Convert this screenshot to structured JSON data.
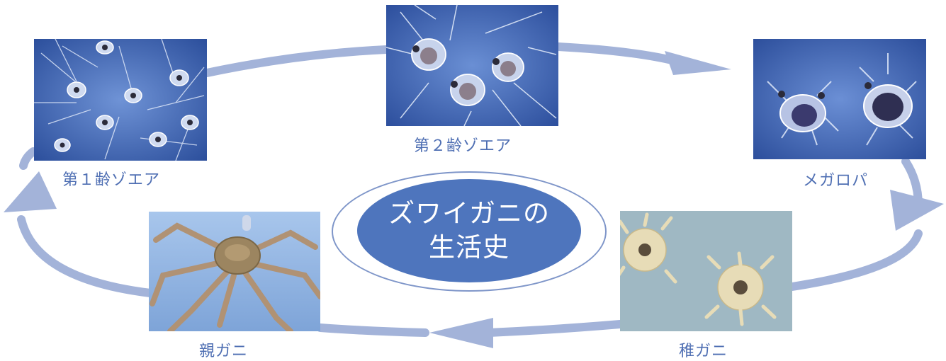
{
  "diagram": {
    "center": {
      "line1": "ズワイガニの",
      "line2": "生活史"
    },
    "stages": [
      {
        "id": "zoea1",
        "label": "第１齢ゾエア",
        "photo_icon": "zoea-larvae-photo-icon"
      },
      {
        "id": "zoea2",
        "label": "第２齢ゾエア",
        "photo_icon": "zoea-larvae-photo-icon"
      },
      {
        "id": "megalopa",
        "label": "メガロパ",
        "photo_icon": "megalopa-larvae-photo-icon"
      },
      {
        "id": "juvenile",
        "label": "稚ガニ",
        "photo_icon": "juvenile-crab-photo-icon"
      },
      {
        "id": "adult",
        "label": "親ガニ",
        "photo_icon": "adult-crab-photo-icon"
      }
    ],
    "colors": {
      "arrow": "#a3b3d9",
      "label_text": "#4f6fb3",
      "center_fill": "#4e75bd",
      "center_ring": "#7f96c9",
      "photo_water_blue": "#3f68b8",
      "photo_juvenile_bg": "#9fb8c3",
      "photo_adult_sky": "#8fb4e2"
    }
  }
}
